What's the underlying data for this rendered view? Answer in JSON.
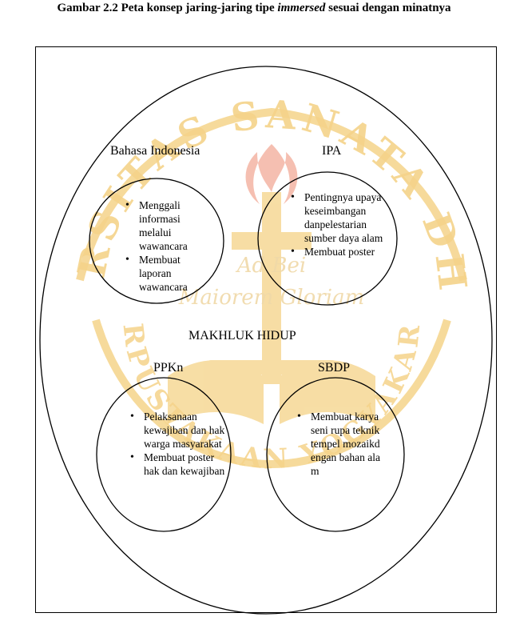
{
  "caption": {
    "prefix": "Gambar 2.2 Peta konsep jaring-jaring tipe ",
    "italic": "immersed",
    "suffix": " sesuai dengan minatnya"
  },
  "watermark": {
    "top_text": "UNIVERSITAS SANATA DHARMA",
    "bottom_text": "PERPUSTAKAAN YOGYAKARTA",
    "motto_line1": "Ad      Bei",
    "motto_line2": "Maiorem Gloriam",
    "color": "#f5d38a"
  },
  "center": {
    "label": "MAKHLUK HIDUP"
  },
  "subjects": [
    {
      "label": "Bahasa Indonesia",
      "items": [
        "Menggali informasi melalui wawancara",
        "Membuat laporan wawancara"
      ]
    },
    {
      "label": "IPA",
      "items": [
        "Pentingnya upaya keseimbangan danpelestarian sumber daya alam",
        "Membuat poster"
      ]
    },
    {
      "label": "PPKn",
      "items": [
        "Pelaksanaan kewajiban dan hak warga masyarakat",
        "Membuat poster hak dan kewajiban"
      ]
    },
    {
      "label": "SBDP",
      "items": [
        "Membuat karya seni rupa teknik tempel mozaikdengan bahan alam"
      ]
    }
  ]
}
